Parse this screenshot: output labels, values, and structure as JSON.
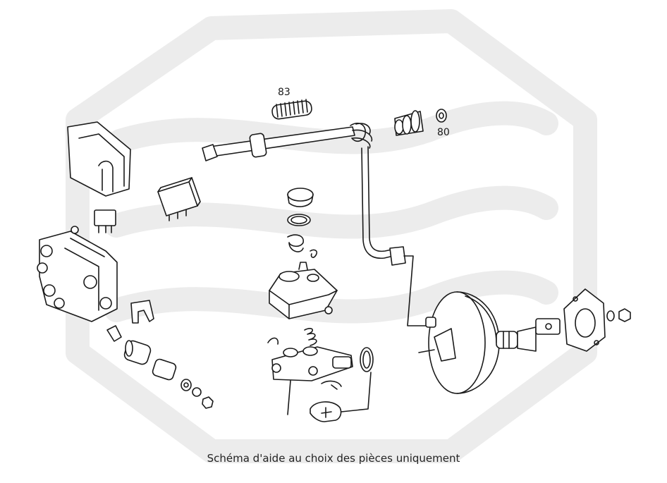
{
  "labels": {
    "part_83": "83",
    "part_80": "80"
  },
  "caption": "Schéma d'aide au choix des pièces uniquement",
  "colors": {
    "watermark": "#ececec",
    "line": "#1a1a1a"
  },
  "icons": [
    "watermark-hexagon-logo"
  ]
}
